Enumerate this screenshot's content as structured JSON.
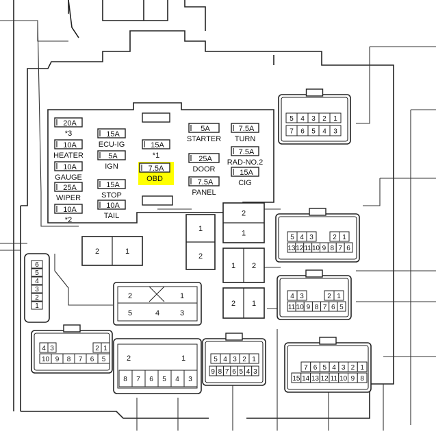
{
  "fuse_panel": {
    "col1": [
      {
        "amp": "20A",
        "label": "*3"
      },
      {
        "amp": "10A",
        "label": "HEATER"
      },
      {
        "amp": "10A",
        "label": "GAUGE"
      },
      {
        "amp": "25A",
        "label": "WIPER"
      },
      {
        "amp": "10A",
        "label": "*2"
      }
    ],
    "col2": [
      {
        "amp": "15A",
        "label": "ECU-IG"
      },
      {
        "amp": "5A",
        "label": "IGN"
      },
      {
        "amp": "15A",
        "label": "STOP"
      },
      {
        "amp": "10A",
        "label": "TAIL"
      }
    ],
    "col3": [
      {
        "amp": "15A",
        "label": "*1"
      }
    ],
    "obd": {
      "amp": "7.5A",
      "label": "OBD",
      "highlight": "#ffff00"
    },
    "col4": [
      {
        "amp": "5A",
        "label": "STARTER"
      },
      {
        "amp": "25A",
        "label": "DOOR"
      },
      {
        "amp": "7.5A",
        "label": "PANEL"
      }
    ],
    "col5": [
      {
        "amp": "7.5A",
        "label": "TURN"
      },
      {
        "amp": "7.5A",
        "label": "RAD-NO.2"
      },
      {
        "amp": "15A",
        "label": "CIG"
      }
    ]
  },
  "relays": {
    "relay_a": {
      "pins": [
        "2",
        "1"
      ]
    },
    "relay_b": {
      "pins": [
        "1",
        "2"
      ]
    },
    "relay_c": {
      "pins": [
        "2",
        "1"
      ]
    },
    "relay_d": {
      "pins": [
        "1",
        "2"
      ]
    },
    "relay_e": {
      "pins": [
        "2",
        "1"
      ]
    }
  },
  "connectors": {
    "top_right": {
      "pins": [
        "5",
        "4",
        "3",
        "2",
        "1",
        "7",
        "6",
        "5",
        "4",
        "3"
      ]
    },
    "mid_right_1": {
      "pins": [
        "5",
        "4",
        "3",
        "2",
        "1",
        "13",
        "12",
        "11",
        "10",
        "9",
        "8",
        "7",
        "6"
      ]
    },
    "mid_right_2": {
      "pins": [
        "4",
        "3",
        "2",
        "1",
        "11",
        "10",
        "9",
        "8",
        "7",
        "6",
        "5"
      ]
    },
    "left_vertical": {
      "pins": [
        "6",
        "5",
        "4",
        "3",
        "2",
        "1"
      ]
    },
    "center_block": {
      "pins": [
        "2",
        "1",
        "5",
        "4",
        "3"
      ]
    },
    "bottom_left": {
      "pins": [
        "4",
        "3",
        "2",
        "1",
        "10",
        "9",
        "8",
        "7",
        "6",
        "5"
      ]
    },
    "bottom_center": {
      "pins": [
        "2",
        "1",
        "8",
        "7",
        "6",
        "5",
        "4",
        "3"
      ]
    },
    "bottom_mid": {
      "pins": [
        "5",
        "4",
        "3",
        "2",
        "1",
        "9",
        "8",
        "7",
        "6",
        "5",
        "4",
        "3"
      ]
    },
    "bottom_right": {
      "pins": [
        "7",
        "6",
        "5",
        "4",
        "3",
        "2",
        "1",
        "15",
        "14",
        "13",
        "12",
        "11",
        "10",
        "9",
        "8"
      ]
    }
  },
  "colors": {
    "highlight": "#ffff00",
    "line": "#222222"
  }
}
